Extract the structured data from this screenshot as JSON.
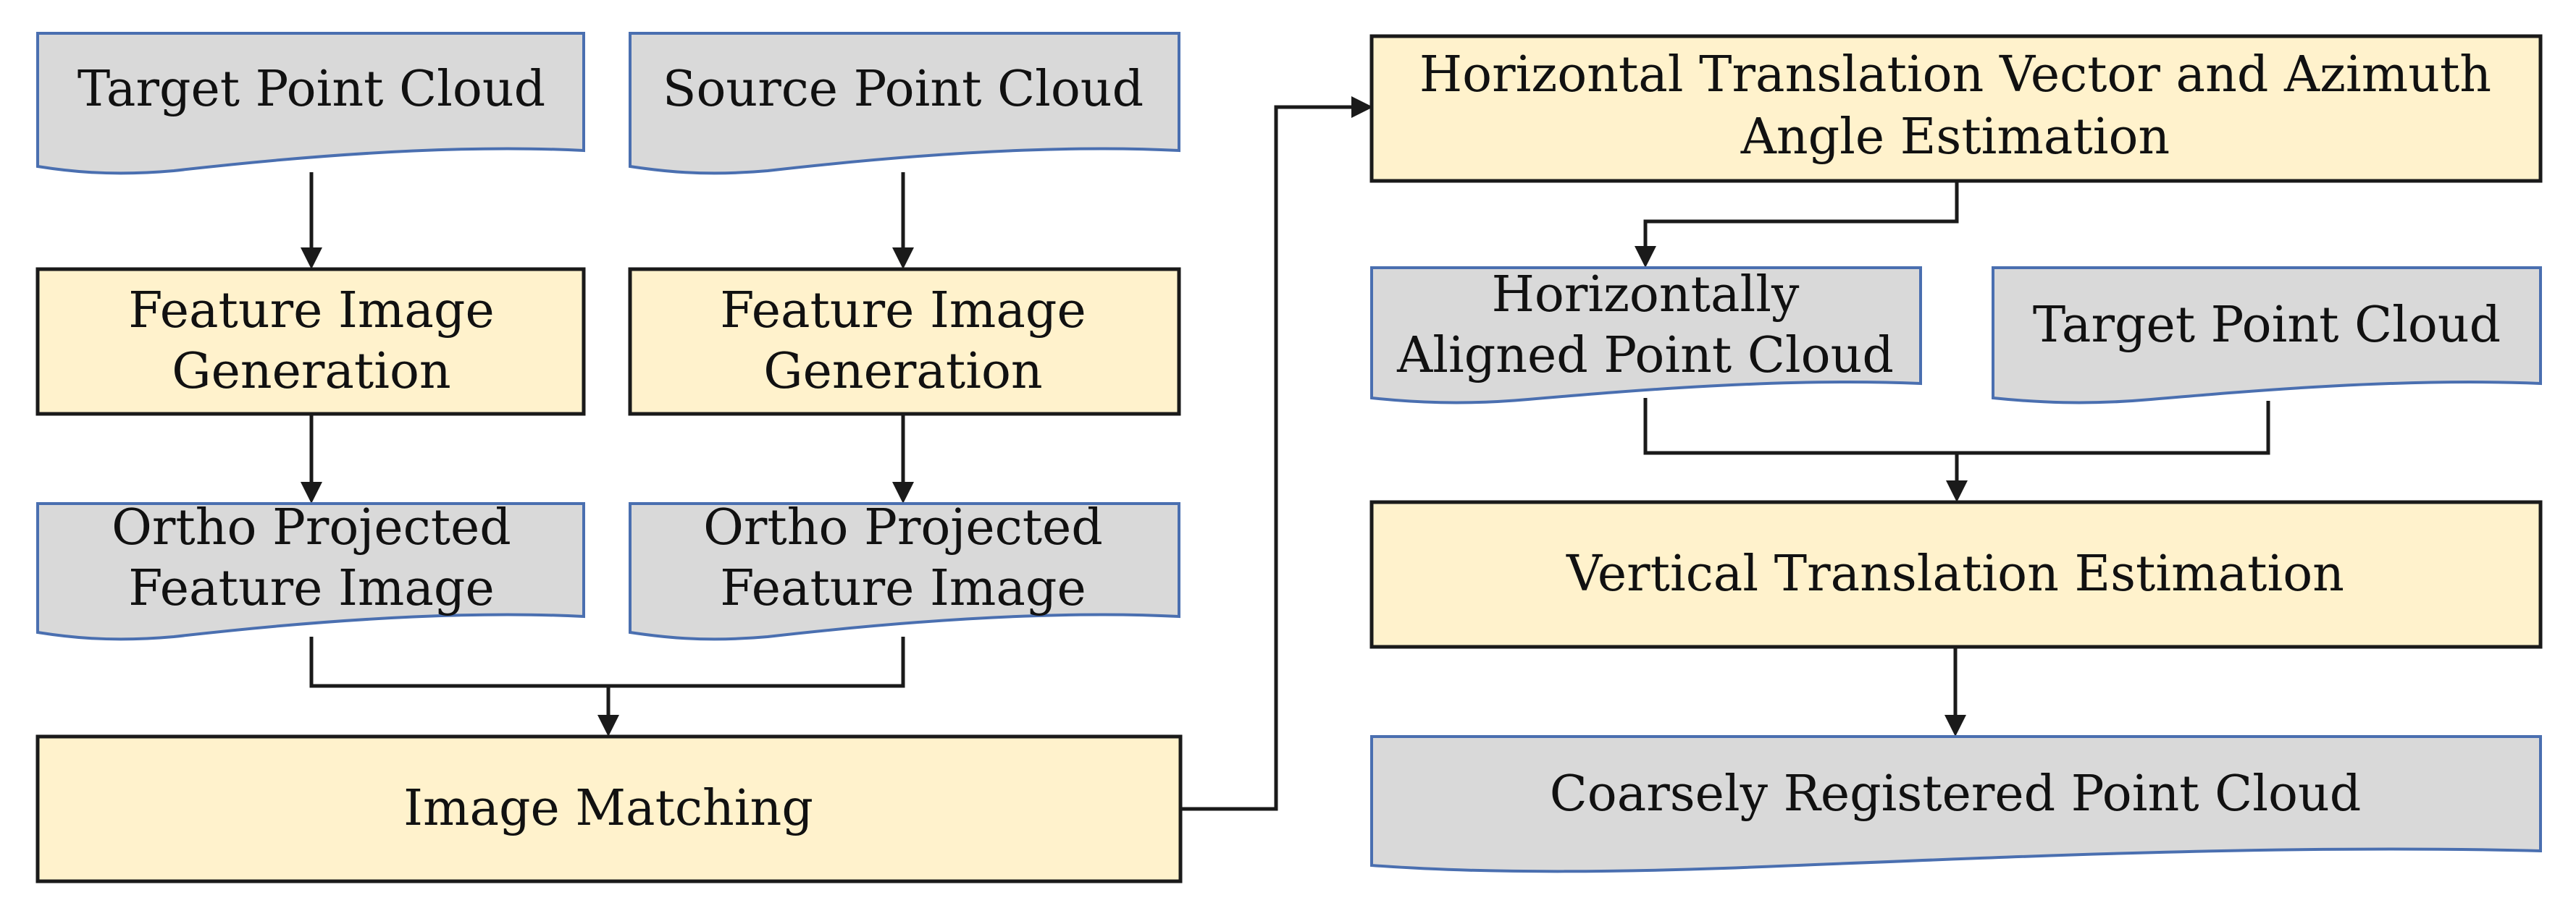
{
  "colors": {
    "data_fill": "#d9d9d9",
    "data_stroke": "#4a6fb0",
    "process_fill": "#fff2cc",
    "process_stroke": "#1a1a1a",
    "connector": "#1a1a1a"
  },
  "nodes": {
    "target_cloud_1": {
      "lines": [
        "Target Point Cloud"
      ]
    },
    "source_cloud": {
      "lines": [
        "Source Point Cloud"
      ]
    },
    "feature_gen_1": {
      "lines": [
        "Feature Image",
        "Generation"
      ]
    },
    "feature_gen_2": {
      "lines": [
        "Feature Image",
        "Generation"
      ]
    },
    "ortho_1": {
      "lines": [
        "Ortho Projected",
        "Feature Image"
      ]
    },
    "ortho_2": {
      "lines": [
        "Ortho Projected",
        "Feature Image"
      ]
    },
    "image_matching": {
      "lines": [
        "Image Matching"
      ]
    },
    "horizontal_estimation": {
      "lines": [
        "Horizontal Translation Vector and Azimuth",
        "Angle Estimation"
      ]
    },
    "h_aligned_cloud": {
      "lines": [
        "Horizontally",
        "Aligned Point Cloud"
      ]
    },
    "target_cloud_2": {
      "lines": [
        "Target Point Cloud"
      ]
    },
    "vertical_estimation": {
      "lines": [
        "Vertical Translation Estimation"
      ]
    },
    "coarse_registered": {
      "lines": [
        "Coarsely Registered Point Cloud"
      ]
    }
  }
}
